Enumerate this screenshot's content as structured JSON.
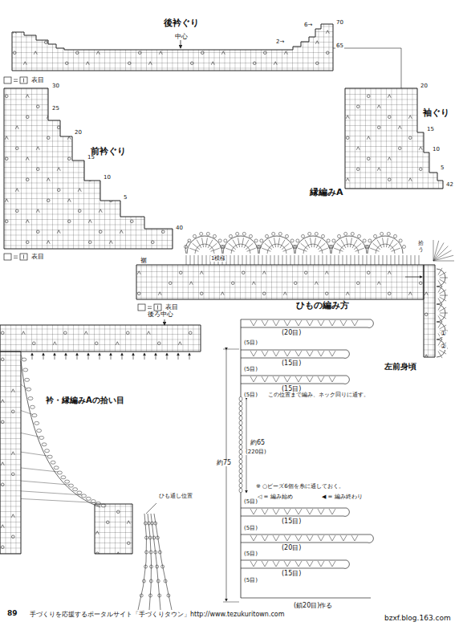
{
  "diagram": {
    "labels": [
      "後衿ぐり",
      "中心",
      "6→",
      "70",
      "2→",
      "65",
      "30",
      "25",
      "20",
      "前衿ぐり",
      "15",
      "10",
      "5",
      "40",
      "20",
      "15",
      "袖ぐり",
      "10",
      "5",
      "42",
      "縁編みA",
      "1模様",
      "裾",
      "拾う",
      "左前身頃",
      "①",
      "②",
      "ひもの編み方",
      "(20目)",
      "(5目)",
      "(15目)",
      "(5目)",
      "(15目)",
      "(5目)",
      "この位置まで編み、ネック回りに通す。",
      "約65",
      "(220目)",
      "約75",
      "※ ○ビーズ6個を糸に通しておく。",
      "◁ = 編み始め",
      "◀ = 編み終わり",
      "(5目)",
      "(15目)",
      "(5目)",
      "(20目)",
      "(5目)",
      "(15目)",
      "(5目)",
      "(鎖20目)作る",
      "後ろ中心",
      "衿・縁編みAの拾い目",
      "ひも通し位置",
      "89",
      "手づくりを応援するポータルサイト「手づくりタウン」",
      "http://www.tezukuritown.com",
      "bzxf.blog.163.com"
    ],
    "legend": [
      {
        "text": "表目"
      },
      {
        "text": "表目"
      },
      {
        "text": "表目"
      }
    ]
  }
}
